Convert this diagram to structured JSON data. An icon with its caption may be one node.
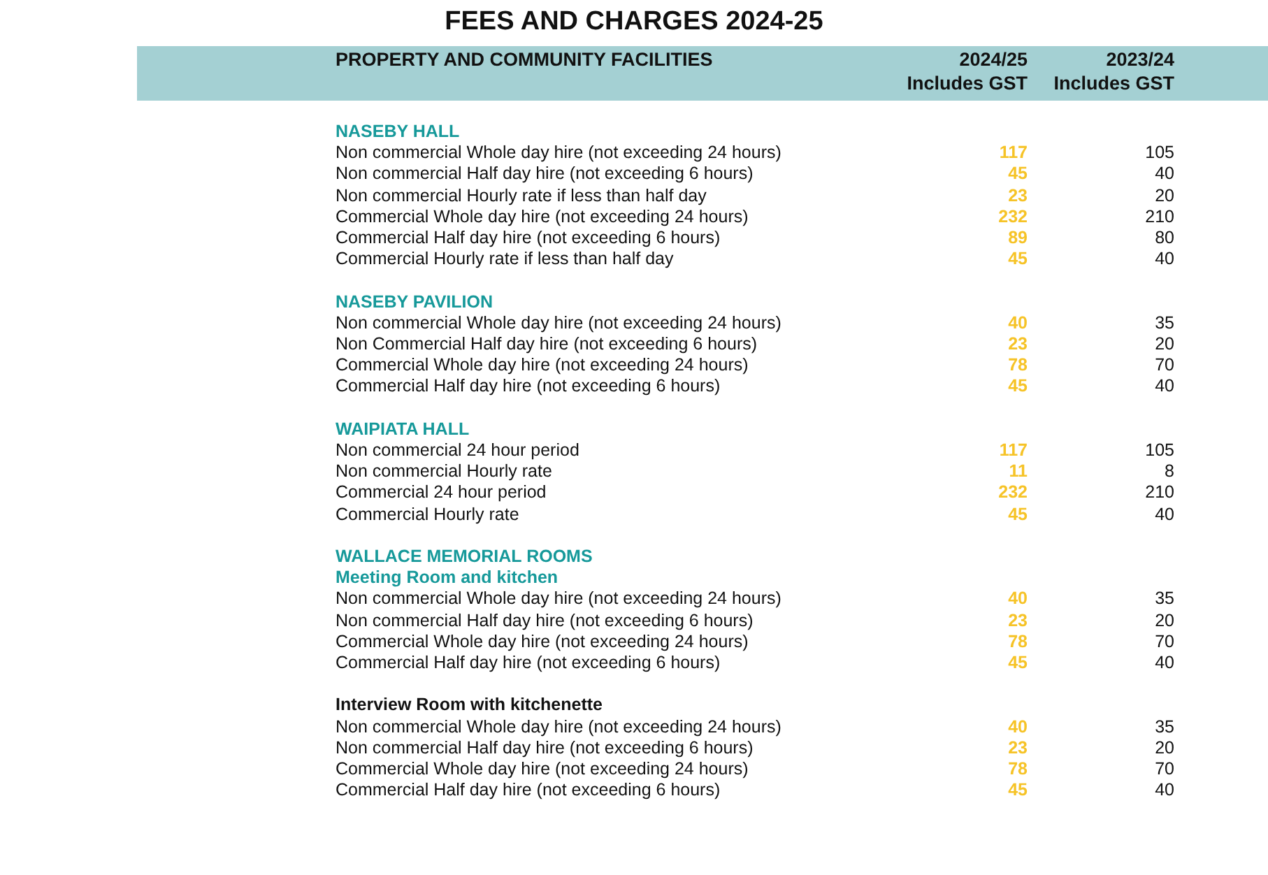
{
  "diagram": {
    "title": "FEES AND CHARGES 2024-25",
    "labels": [
      "PROPERTY AND COMMUNITY FACILITIES",
      "2024/25",
      "2023/24",
      "Includes GST",
      "Includes GST",
      "NASEBY HALL",
      "Non commercial Whole day hire (not exceeding 24 hours)",
      "117",
      "105",
      "Non commercial Half day hire (not exceeding 6 hours)",
      "45",
      "40",
      "Non commercial Hourly rate if less than half day",
      "23",
      "20",
      "Commercial Whole day hire (not exceeding 24 hours)",
      "232",
      "210",
      "Commercial Half day hire (not exceeding 6 hours)",
      "89",
      "80",
      "Commercial Hourly rate if less than half day",
      "45",
      "40",
      "NASEBY PAVILION",
      "Non commercial Whole day hire (not exceeding 24 hours)",
      "40",
      "35",
      "Non Commercial Half day hire (not exceeding 6 hours)",
      "23",
      "20",
      "Commercial Whole day hire (not exceeding 24 hours)",
      "78",
      "70",
      "Commercial Half day hire (not exceeding 6 hours)",
      "45",
      "40",
      "WAIPIATA HALL",
      "Non commercial 24 hour period",
      "117",
      "105",
      "Non commercial Hourly rate",
      "11",
      "8",
      "Commercial 24 hour period",
      "232",
      "210",
      "Commercial Hourly rate",
      "45",
      "40",
      "WALLACE MEMORIAL ROOMS",
      "Meeting Room and kitchen",
      "Non commercial Whole day hire (not exceeding 24 hours)",
      "40",
      "35",
      "Non commercial Half day hire (not exceeding 6 hours)",
      "23",
      "20",
      "Commercial Whole day hire (not exceeding 24 hours)",
      "78",
      "70",
      "Commercial Half day hire (not exceeding 6 hours)",
      "45",
      "40",
      "Interview Room with kitchenette",
      "Non commercial Whole day hire (not exceeding 24 hours)",
      "40",
      "35",
      "Non commercial Half day hire (not exceeding 6 hours)",
      "23",
      "20",
      "Commercial Whole day hire (not exceeding 24 hours)",
      "78",
      "70",
      "Commercial Half day hire (not exceeding 6 hours)",
      "45",
      "40"
    ]
  }
}
